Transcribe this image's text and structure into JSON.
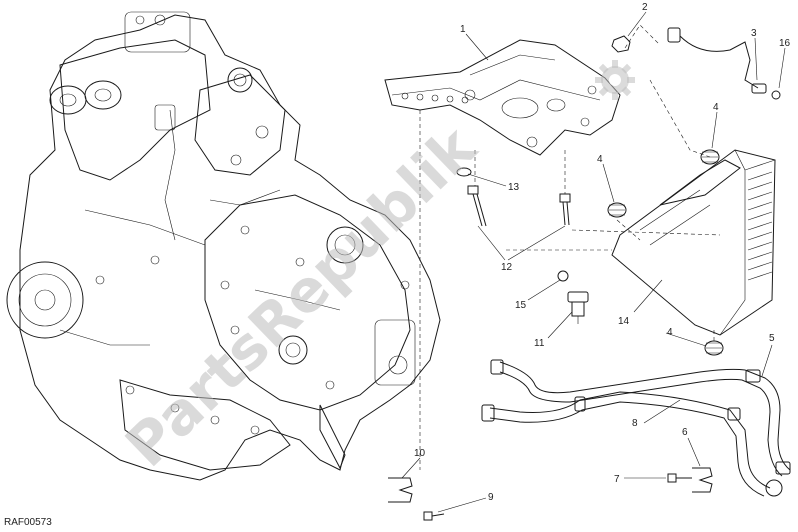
{
  "diagram": {
    "reference_code": "RAF00573",
    "watermark_text": "PartsRepublik",
    "callouts": [
      {
        "id": "1",
        "text": "1"
      },
      {
        "id": "2",
        "text": "2"
      },
      {
        "id": "3",
        "text": "3"
      },
      {
        "id": "16",
        "text": "16"
      },
      {
        "id": "4a",
        "text": "4"
      },
      {
        "id": "4b",
        "text": "4"
      },
      {
        "id": "4c",
        "text": "4"
      },
      {
        "id": "13",
        "text": "13"
      },
      {
        "id": "12",
        "text": "12"
      },
      {
        "id": "15",
        "text": "15"
      },
      {
        "id": "14",
        "text": "14"
      },
      {
        "id": "11",
        "text": "11"
      },
      {
        "id": "5",
        "text": "5"
      },
      {
        "id": "8",
        "text": "8"
      },
      {
        "id": "6",
        "text": "6"
      },
      {
        "id": "7",
        "text": "7"
      },
      {
        "id": "10",
        "text": "10"
      },
      {
        "id": "9",
        "text": "9"
      }
    ]
  }
}
